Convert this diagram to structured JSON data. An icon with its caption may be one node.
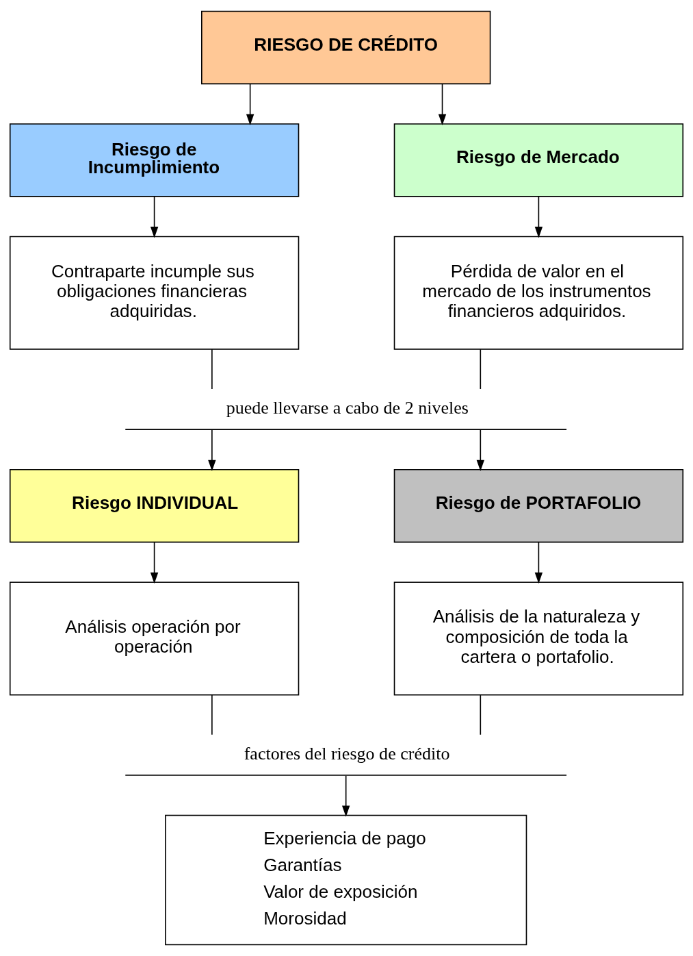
{
  "diagram": {
    "nodes": [
      {
        "text": [
          "RIESGO DE CRÉDITO"
        ]
      },
      {
        "text": [
          "Riesgo de Incumplimiento"
        ]
      },
      {
        "text": [
          "Riesgo de Mercado"
        ]
      },
      {
        "text": [
          "Contraparte incumple sus obligaciones financieras adquiridas."
        ]
      },
      {
        "text": [
          "Pérdida de valor en el mercado de los instrumentos financieros adquiridos."
        ]
      },
      {
        "text": [
          "puede llevarse a cabo de 2 niveles"
        ]
      },
      {
        "text": [
          "Riesgo INDIVIDUAL"
        ]
      },
      {
        "text": [
          "Riesgo de PORTAFOLIO"
        ]
      },
      {
        "text": [
          "Análisis operación por operación"
        ]
      },
      {
        "text": [
          "Análisis de la naturaleza y composición de toda la cartera o portafolio."
        ]
      },
      {
        "text": [
          "factores del riesgo de crédito"
        ]
      },
      {
        "text": [
          "Experiencia de pago",
          "Garantías",
          "Valor de exposición",
          "Morosidad"
        ]
      }
    ],
    "edges": [
      {
        "from": 0,
        "to": 1,
        "arrow": "to"
      },
      {
        "from": 0,
        "to": 2,
        "arrow": "to"
      },
      {
        "from": 1,
        "to": 3,
        "arrow": "to"
      },
      {
        "from": 2,
        "to": 4,
        "arrow": "to"
      },
      {
        "from": 3,
        "to": 5,
        "arrow": "none"
      },
      {
        "from": 4,
        "to": 5,
        "arrow": "none"
      },
      {
        "from": 5,
        "to": 6,
        "arrow": "to"
      },
      {
        "from": 5,
        "to": 7,
        "arrow": "to"
      },
      {
        "from": 6,
        "to": 8,
        "arrow": "to"
      },
      {
        "from": 7,
        "to": 9,
        "arrow": "to"
      },
      {
        "from": 8,
        "to": 10,
        "arrow": "none"
      },
      {
        "from": 9,
        "to": 10,
        "arrow": "none"
      },
      {
        "from": 10,
        "to": 11,
        "arrow": "to"
      }
    ]
  }
}
